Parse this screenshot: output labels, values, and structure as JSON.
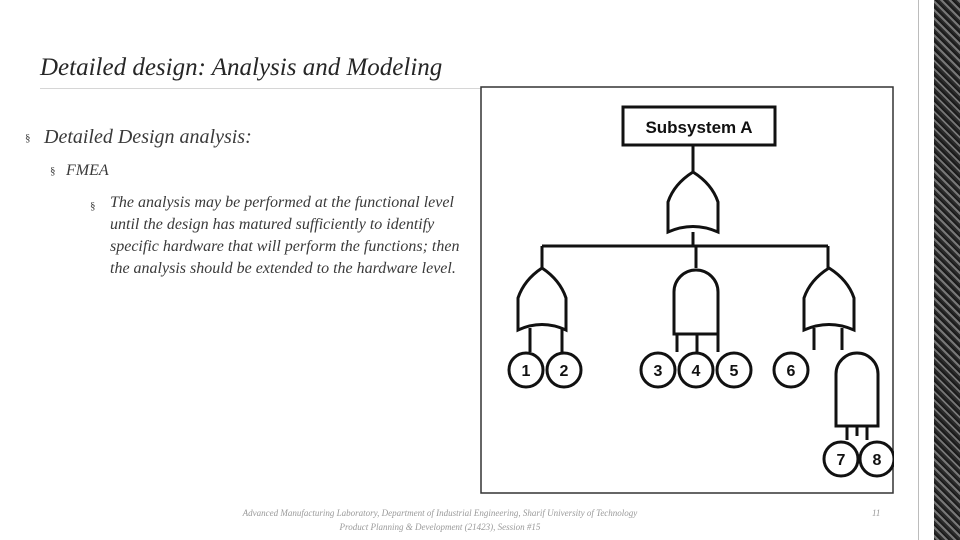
{
  "slide": {
    "title": "Detailed design: Analysis and Modeling",
    "bullet_l1": "Detailed Design analysis:",
    "bullet_l2": "FMEA",
    "bullet_l3": "The analysis may be performed at the functional level until the design has matured sufficiently to identify specific hardware that will perform the functions; then the analysis should be extended to the hardware level.",
    "bullet_marker": "§"
  },
  "diagram": {
    "top_box": "Subsystem A",
    "events": [
      "1",
      "2",
      "3",
      "4",
      "5",
      "6",
      "7",
      "8"
    ]
  },
  "footer": {
    "line1": "Advanced Manufacturing Laboratory, Department of Industrial Engineering, Sharif University of Technology",
    "line2": "Product Planning & Development (21423), Session #15",
    "page_number": "11"
  }
}
